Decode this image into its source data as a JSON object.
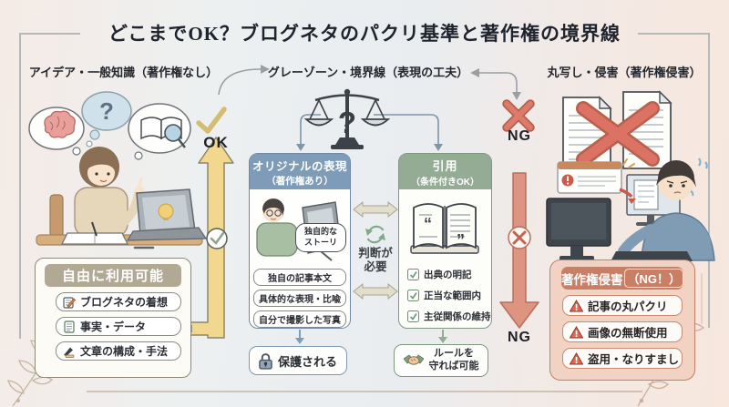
{
  "title": "どこまでOK？ブログネタのパクリ基準と著作権の境界線",
  "headers": {
    "left": "アイデア・一般知識（著作権なし）",
    "middle": "グレーゾーン・境界線（表現の工夫）",
    "right": "丸写し・侵害（著作権侵害）"
  },
  "labels": {
    "ok": "OK",
    "ng_top": "NG",
    "ng_bottom": "NG",
    "scale_question": "?",
    "thought_question": "?",
    "quote_open": "“",
    "quote_close": "”"
  },
  "free_use_box": {
    "title": "自由に利用可能",
    "items": [
      {
        "icon": "memo-icon",
        "label": "ブログネタの着想"
      },
      {
        "icon": "document-icon",
        "label": "事実・データ"
      },
      {
        "icon": "pen-icon",
        "label": "文章の構成・手法"
      }
    ]
  },
  "original_box": {
    "title": "オリジナルの表現",
    "subtitle": "（著作権あり）",
    "speech_bubble_line1": "独自的な",
    "speech_bubble_line2": "ストーリ",
    "items": [
      "独自の記事本文",
      "具体的な表現・比喩",
      "自分で撮影した写真"
    ],
    "result": "保護される"
  },
  "judgement": {
    "line1": "判断が",
    "line2": "必要"
  },
  "quotation_box": {
    "title": "引用",
    "subtitle": "（条件付きOK）",
    "items": [
      "出典の明記",
      "正当な範囲内",
      "主従関係の維持"
    ],
    "result_line1": "ルールを",
    "result_line2": "守れば可能"
  },
  "violation_box": {
    "title_main": "著作権侵害",
    "title_ng": "（NG！）",
    "items": [
      "記事の丸パクリ",
      "画像の無断使用",
      "盗用・なりすまし"
    ]
  },
  "colors": {
    "ok_yellow": "#f2d88f",
    "ng_salmon": "#dd9480",
    "red_x": "#db7263",
    "blue_header": "#7e9cb8",
    "green_header": "#94ab94",
    "tan_header": "#b2a995",
    "violation_header": "#c97f66",
    "frame_line": "#b5b9ba"
  }
}
